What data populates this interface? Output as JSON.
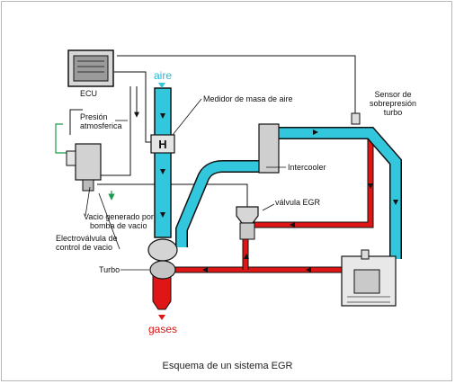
{
  "labels": {
    "ecu": "ECU",
    "aire": "aire",
    "presion_1": "Presión",
    "presion_2": "atmosferica",
    "medidor": "Medidor de masa de aire",
    "sensor_1": "Sensor de",
    "sensor_2": "sobrepresión",
    "sensor_3": "turbo",
    "intercooler": "Intercooler",
    "valvula_egr": "válvula EGR",
    "vacio_1": "Vacio generado por",
    "vacio_2": "bomba de vacio",
    "electro_1": "Electroválvula de",
    "electro_2": "control de vacio",
    "turbo": "Turbo",
    "gases": "gases"
  },
  "caption": "Esquema de un sistema EGR",
  "colors": {
    "intake": "#33c7dd",
    "exhaust": "#e01616",
    "aire_text": "#22b8d8",
    "gases_text": "#dd1111",
    "line": "#111111"
  }
}
